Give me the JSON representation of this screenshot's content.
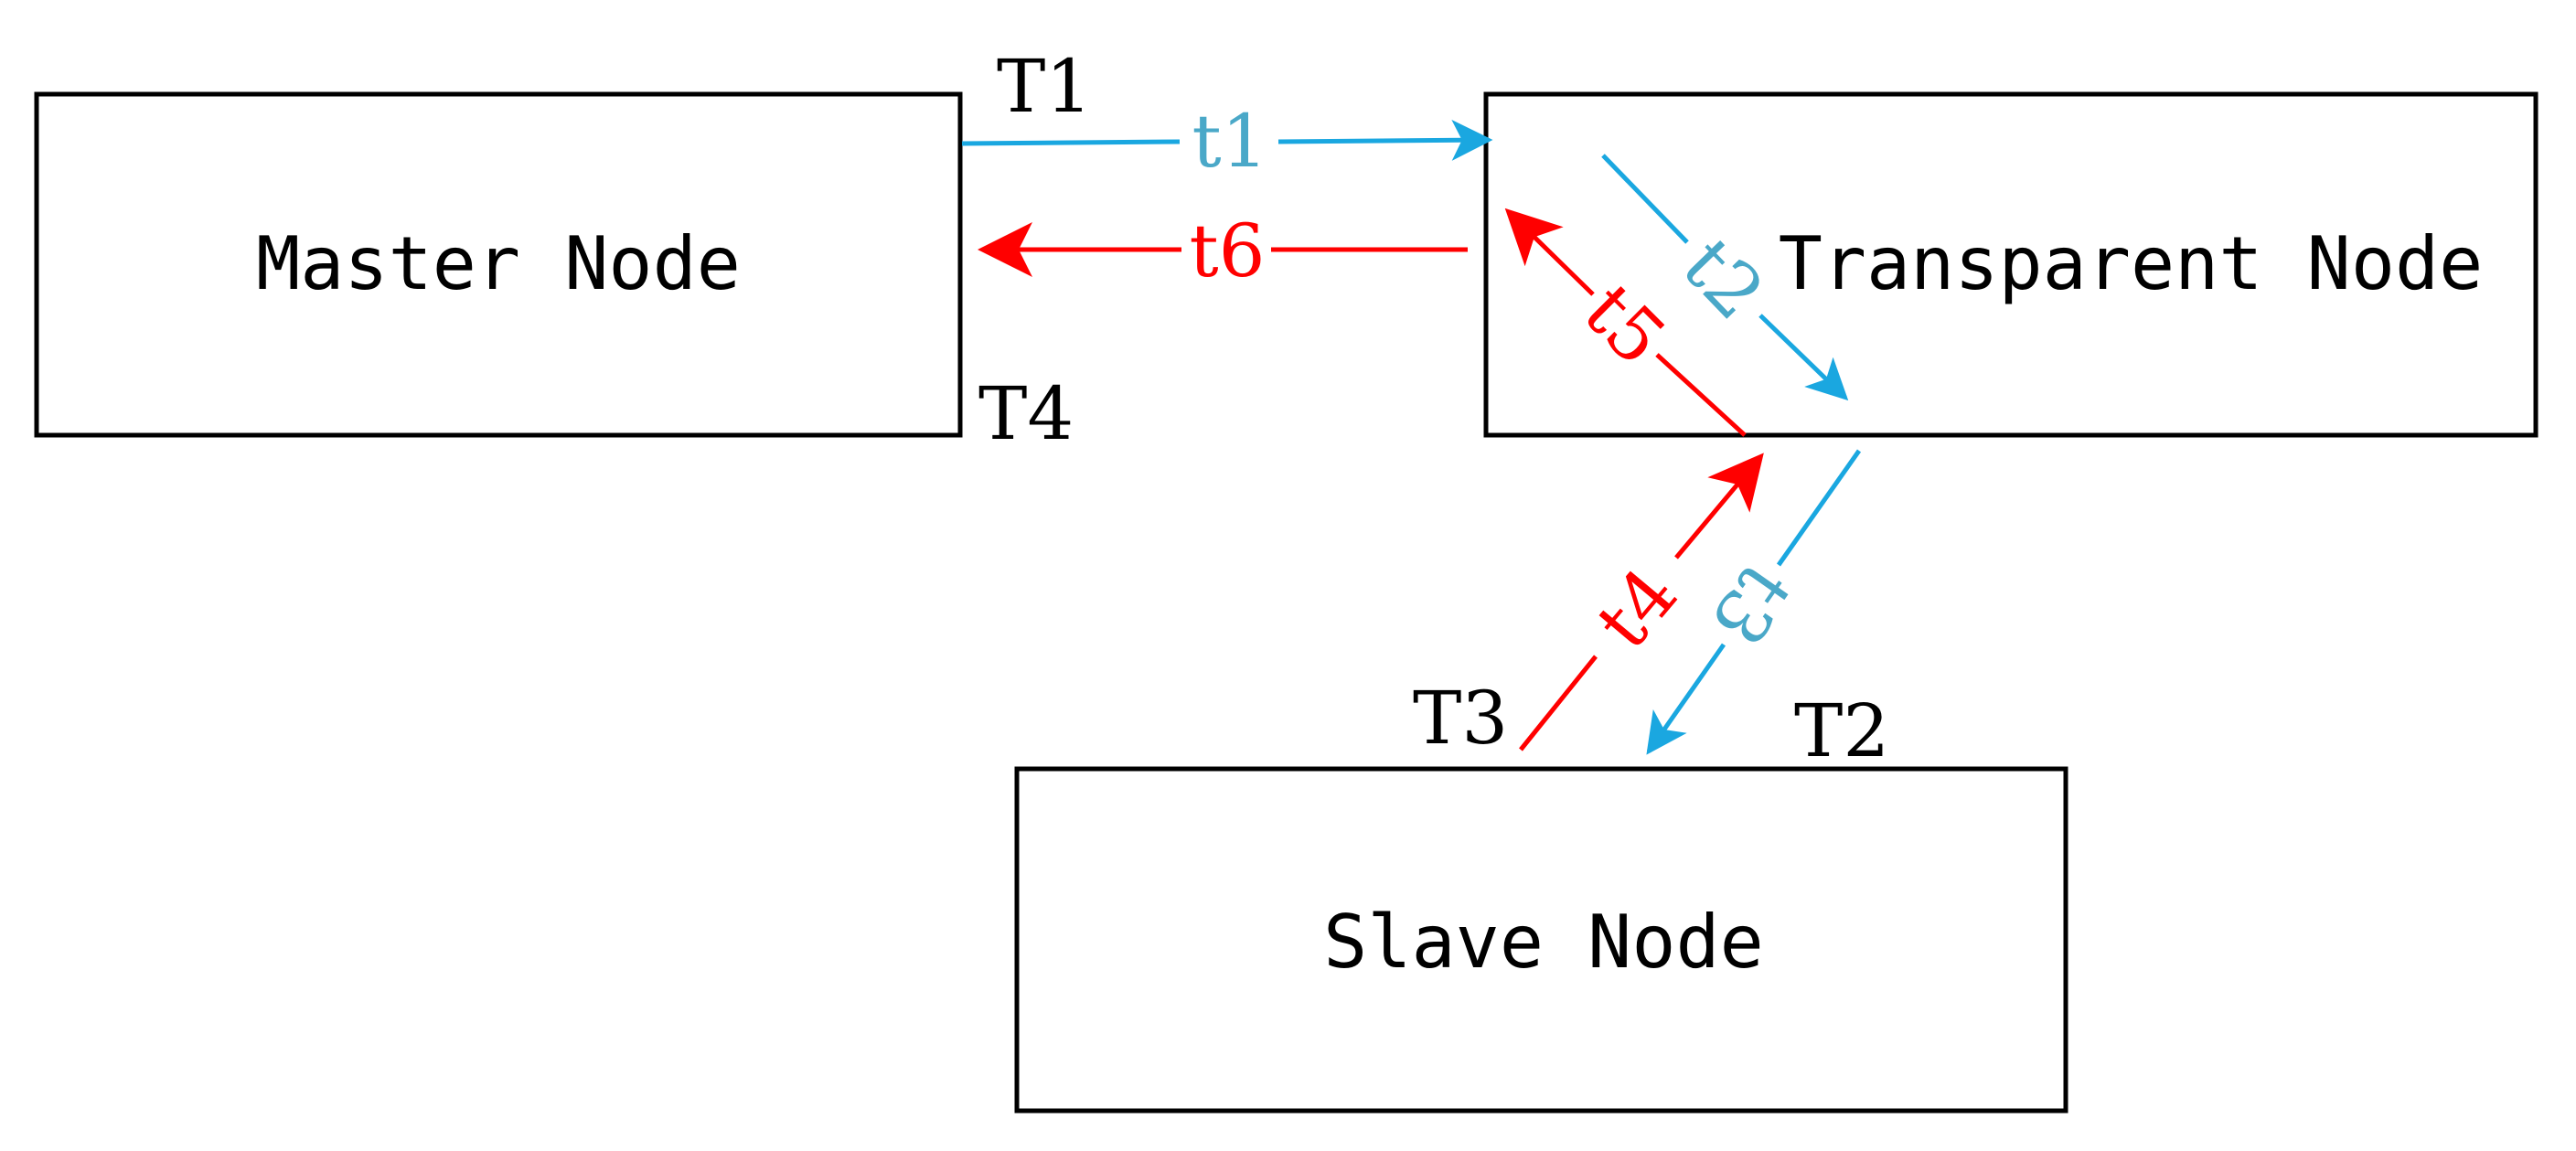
{
  "colors": {
    "forward": "#1aa7e0",
    "forward_label": "#4aa8c8",
    "reverse": "#ff0000",
    "box_stroke": "#000000",
    "text": "#000000"
  },
  "nodes": {
    "master": {
      "label": "Master Node"
    },
    "transparent": {
      "label": "Transparent Node"
    },
    "slave": {
      "label": "Slave Node"
    }
  },
  "timestamps": {
    "T1": "T1",
    "T2": "T2",
    "T3": "T3",
    "T4": "T4"
  },
  "segments": {
    "t1": "t1",
    "t2": "t2",
    "t3": "t3",
    "t4": "t4",
    "t5": "t5",
    "t6": "t6"
  }
}
